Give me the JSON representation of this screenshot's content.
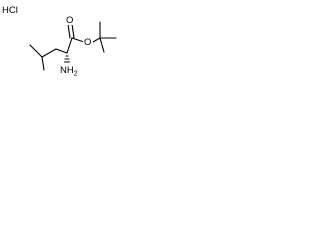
{
  "structure": {
    "salt_label": "HCl",
    "amine_label": "NH",
    "amine_subscript": "2",
    "ester_oxygen_label": "O",
    "carbonyl_oxygen_label": "O"
  },
  "colors": {
    "ink": "#000000",
    "background": "#ffffff"
  }
}
